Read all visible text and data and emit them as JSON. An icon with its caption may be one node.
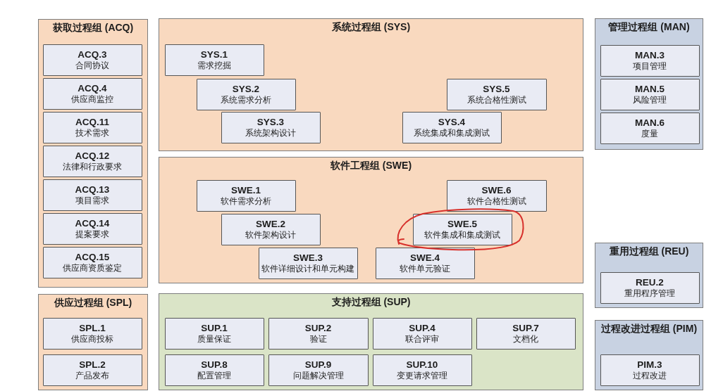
{
  "diagram": {
    "nodes": [
      {
        "text": [
          "获取过程组 (ACQ)"
        ]
      },
      {
        "text": [
          "ACQ.3",
          "合同协议"
        ],
        "in": 0
      },
      {
        "text": [
          "ACQ.4",
          "供应商监控"
        ],
        "in": 0
      },
      {
        "text": [
          "ACQ.11",
          "技术需求"
        ],
        "in": 0
      },
      {
        "text": [
          "ACQ.12",
          "法律和行政要求"
        ],
        "in": 0
      },
      {
        "text": [
          "ACQ.13",
          "项目需求"
        ],
        "in": 0
      },
      {
        "text": [
          "ACQ.14",
          "提案要求"
        ],
        "in": 0
      },
      {
        "text": [
          "ACQ.15",
          "供应商资质鉴定"
        ],
        "in": 0
      },
      {
        "text": [
          "系统过程组 (SYS)"
        ]
      },
      {
        "text": [
          "SYS.1",
          "需求挖掘"
        ],
        "in": 8
      },
      {
        "text": [
          "SYS.2",
          "系统需求分析"
        ],
        "in": 8
      },
      {
        "text": [
          "SYS.5",
          "系统合格性测试"
        ],
        "in": 8
      },
      {
        "text": [
          "SYS.3",
          "系统架构设计"
        ],
        "in": 8
      },
      {
        "text": [
          "SYS.4",
          "系统集成和集成测试"
        ],
        "in": 8
      },
      {
        "text": [
          "管理过程组 (MAN)"
        ]
      },
      {
        "text": [
          "MAN.3",
          "项目管理"
        ],
        "in": 14
      },
      {
        "text": [
          "MAN.5",
          "风险管理"
        ],
        "in": 14
      },
      {
        "text": [
          "MAN.6",
          "度量"
        ],
        "in": 14
      },
      {
        "text": [
          "软件工程组 (SWE)"
        ]
      },
      {
        "text": [
          "SWE.1",
          "软件需求分析"
        ],
        "in": 18
      },
      {
        "text": [
          "SWE.6",
          "软件合格性测试"
        ],
        "in": 18
      },
      {
        "text": [
          "SWE.2",
          "软件架构设计"
        ],
        "in": 18
      },
      {
        "text": [
          "SWE.5",
          "软件集成和集成测试"
        ],
        "in": 18
      },
      {
        "text": [
          "SWE.3",
          "软件详细设计和单元构建"
        ],
        "in": 18
      },
      {
        "text": [
          "SWE.4",
          "软件单元验证"
        ],
        "in": 18
      },
      {
        "text": [
          "重用过程组 (REU)"
        ]
      },
      {
        "text": [
          "REU.2",
          "重用程序管理"
        ],
        "in": 25
      },
      {
        "text": [
          "供应过程组 (SPL)"
        ]
      },
      {
        "text": [
          "SPL.1",
          "供应商投标"
        ],
        "in": 27
      },
      {
        "text": [
          "SPL.2",
          "产品发布"
        ],
        "in": 27
      },
      {
        "text": [
          "支持过程组 (SUP)"
        ]
      },
      {
        "text": [
          "SUP.1",
          "质量保证"
        ],
        "in": 30
      },
      {
        "text": [
          "SUP.2",
          "验证"
        ],
        "in": 30
      },
      {
        "text": [
          "SUP.4",
          "联合评审"
        ],
        "in": 30
      },
      {
        "text": [
          "SUP.7",
          "文档化"
        ],
        "in": 30
      },
      {
        "text": [
          "SUP.8",
          "配置管理"
        ],
        "in": 30
      },
      {
        "text": [
          "SUP.9",
          "问题解决管理"
        ],
        "in": 30
      },
      {
        "text": [
          "SUP.10",
          "变更请求管理"
        ],
        "in": 30
      },
      {
        "text": [
          "过程改进过程组 (PIM)"
        ]
      },
      {
        "text": [
          "PIM.3",
          "过程改进"
        ],
        "in": 38
      }
    ]
  }
}
